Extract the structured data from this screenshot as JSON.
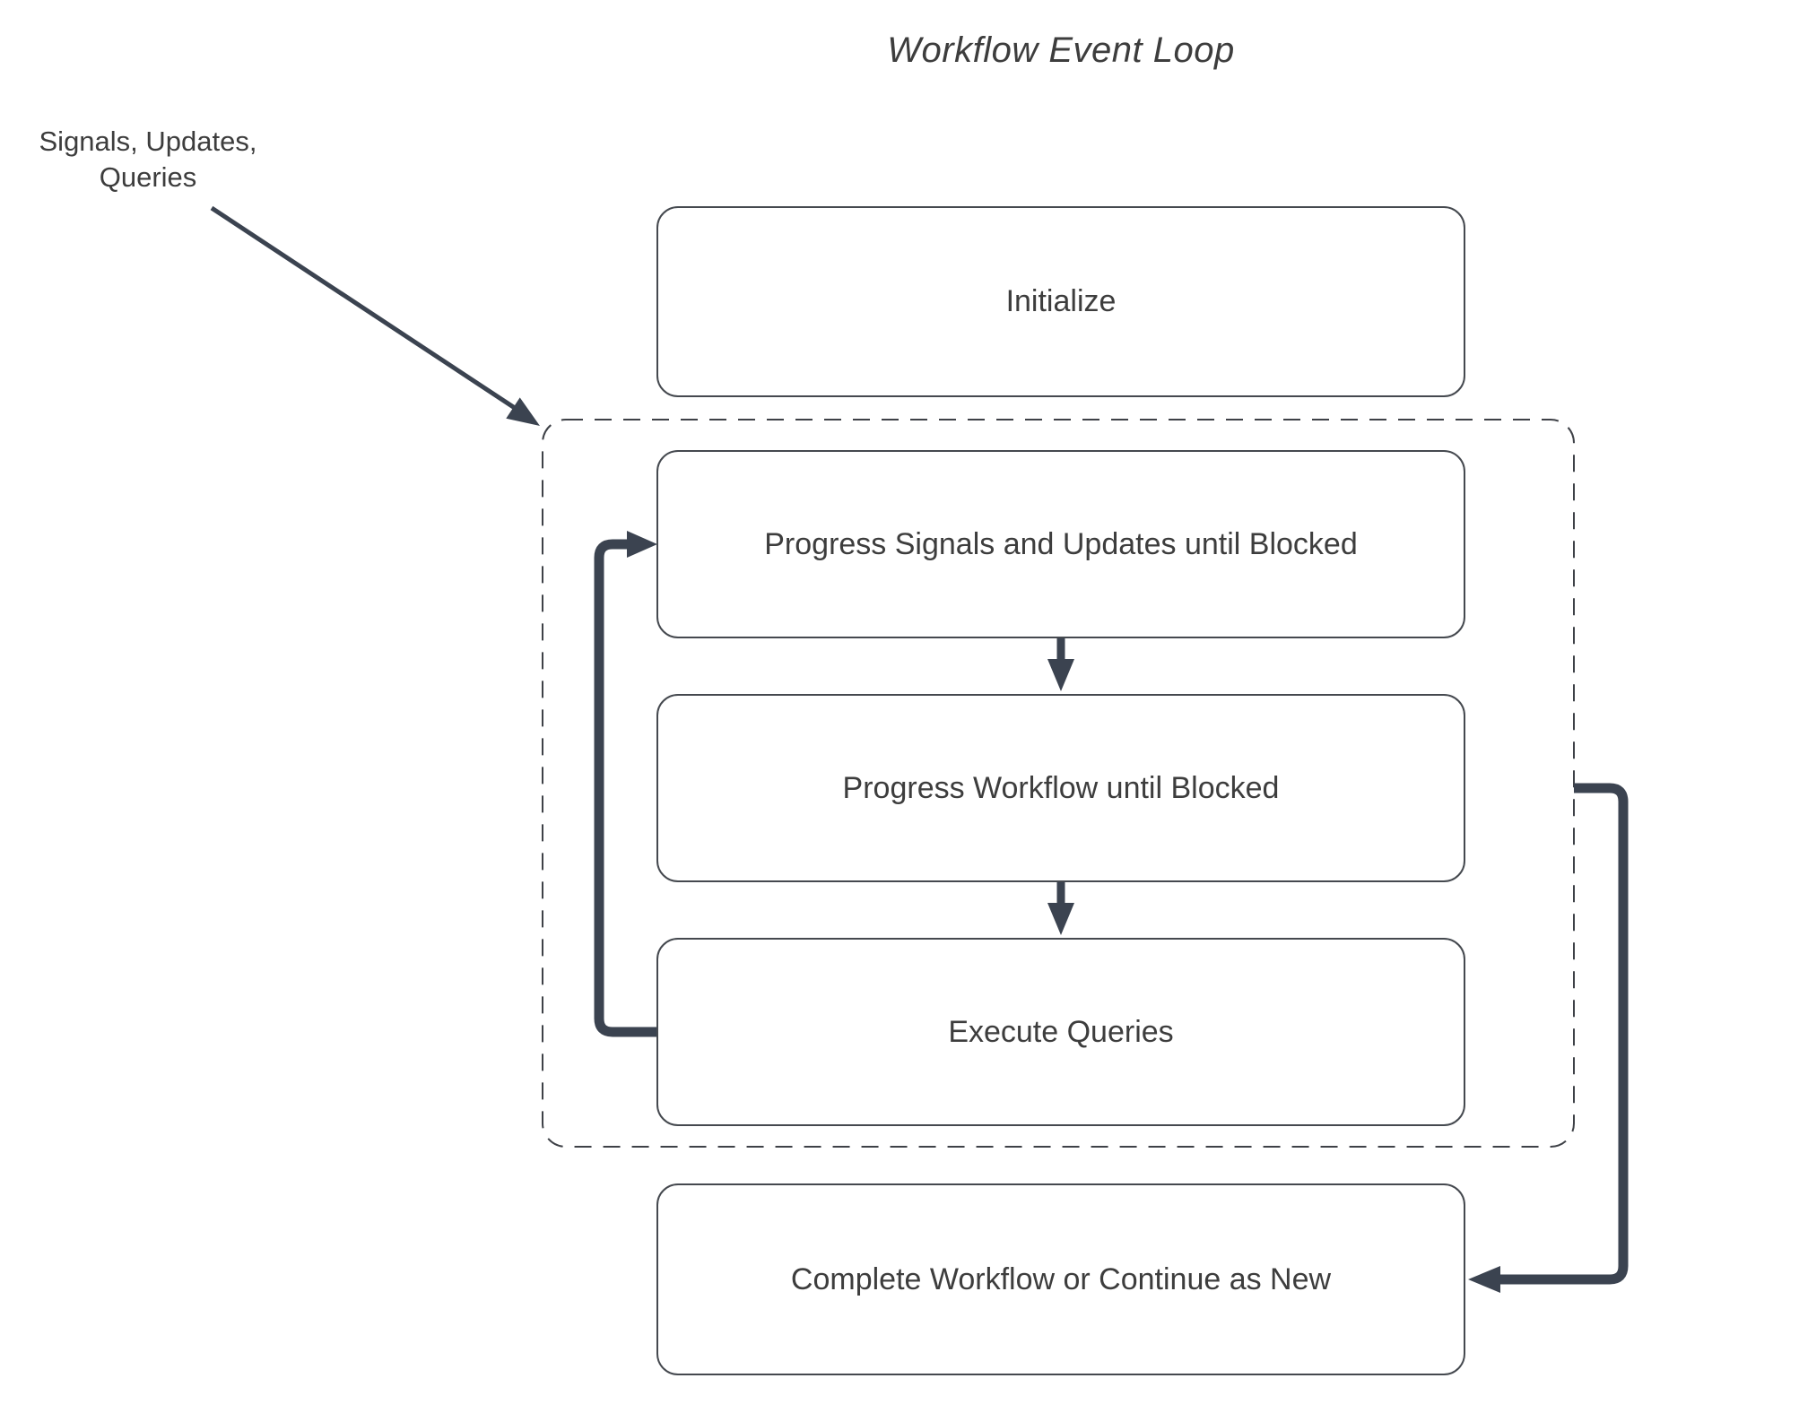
{
  "diagram": {
    "title": "Workflow Event Loop",
    "external_inputs": {
      "line1": "Signals, Updates,",
      "line2": "Queries"
    },
    "nodes": {
      "initialize": "Initialize",
      "progress_signals": "Progress Signals and Updates until Blocked",
      "progress_workflow": "Progress Workflow until Blocked",
      "execute_queries": "Execute Queries",
      "complete": "Complete Workflow or Continue as New"
    },
    "container": {
      "name": "workflow-event-loop",
      "border_style": "dashed",
      "contains": [
        "progress_signals",
        "progress_workflow",
        "execute_queries"
      ]
    },
    "edges": [
      {
        "from": "external-inputs-label",
        "to": "event-loop-container",
        "style": "thin-diagonal-arrow"
      },
      {
        "from": "node-progress-signals",
        "to": "node-progress-workflow",
        "style": "down-arrow"
      },
      {
        "from": "node-progress-workflow",
        "to": "node-execute-queries",
        "style": "down-arrow"
      },
      {
        "from": "node-execute-queries",
        "to": "node-progress-signals",
        "style": "thick-left-loop"
      },
      {
        "from": "event-loop-container",
        "to": "node-complete",
        "style": "thick-right-loop"
      }
    ],
    "colors": {
      "connector": "#3b4350",
      "box_border": "#45494f",
      "dashed_border": "#3e4147",
      "text": "#3d3d3d",
      "background": "#ffffff"
    }
  }
}
